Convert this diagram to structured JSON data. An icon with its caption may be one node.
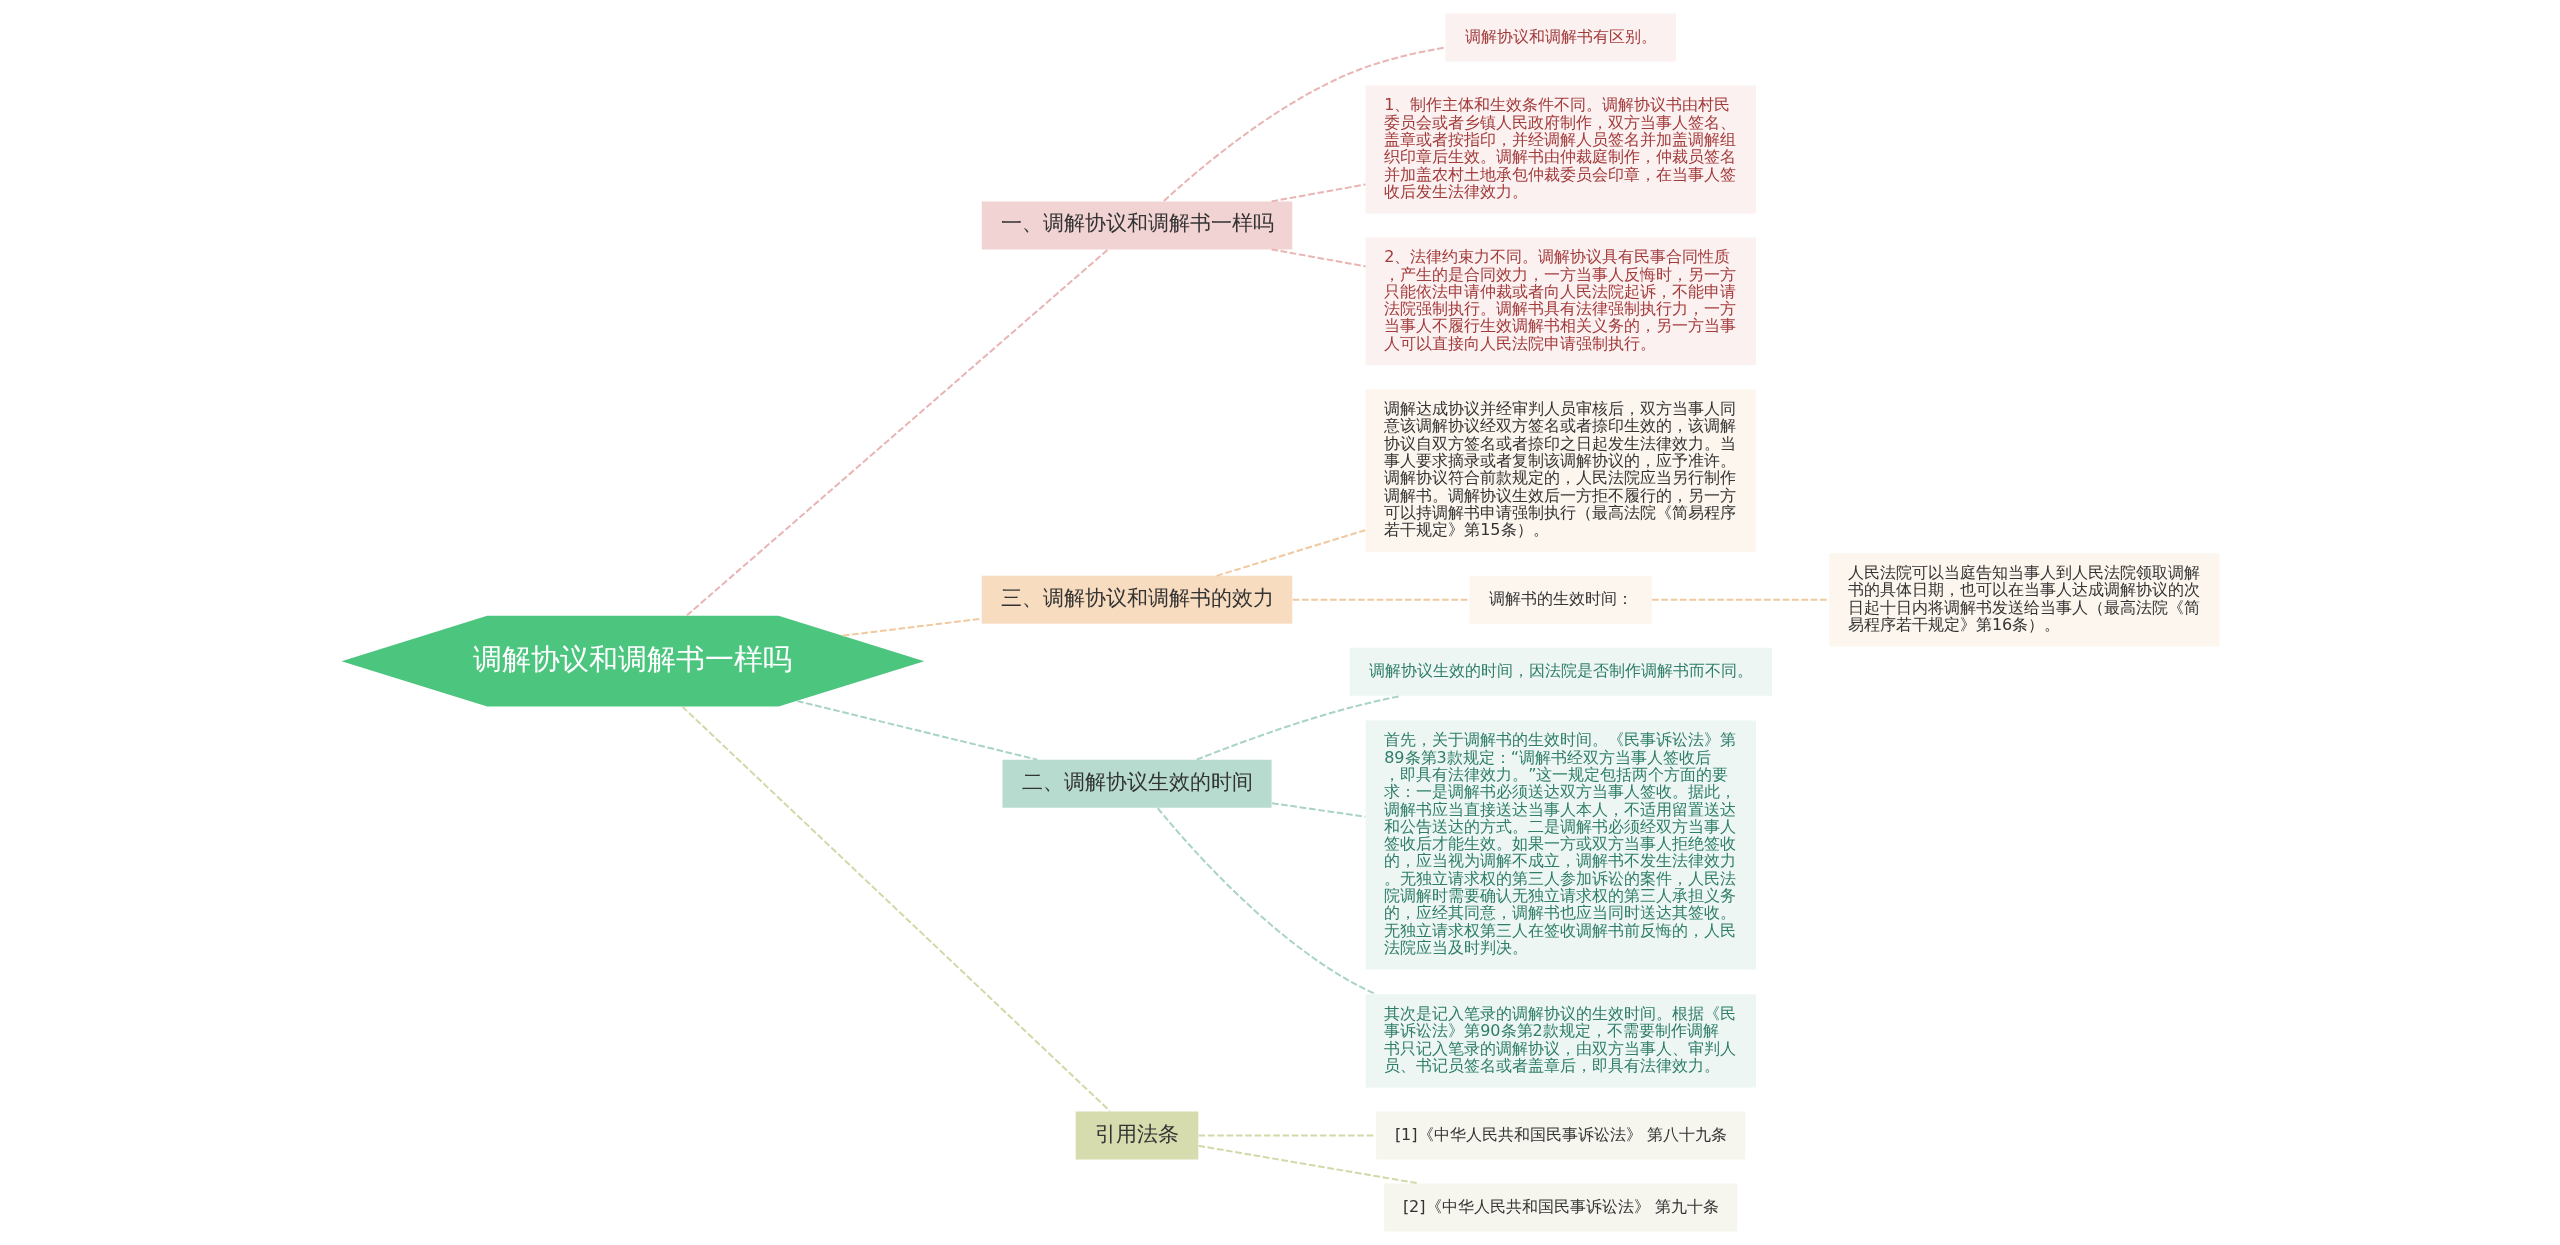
{
  "diagram": {
    "nodes": [
      {
        "text": [
          "调解协议和调解书一样吗"
        ]
      },
      {
        "text": [
          "一、调解协议和调解书一样吗"
        ]
      },
      {
        "text": [
          "调解协议和调解书有区别。"
        ]
      },
      {
        "text": [
          "1、制作主体和生效条件不同。调解协议书由村民委员会或者乡镇人民政府制作，双方当事人签名、盖章或者按指印，并经调解人员签名并加盖调解组织印章后生效。调解书由仲裁庭制作，仲裁员签名并加盖农村土地承包仲裁委员会印章，在当事人签收后发生法律效力。"
        ]
      },
      {
        "text": [
          "2、法律约束力不同。调解协议具有民事合同性质，产生的是合同效力，一方当事人反悔时，另一方只能依法申请仲裁或者向人民法院起诉，不能申请法院强制执行。调解书具有法律强制执行力，一方当事人不履行生效调解书相关义务的，另一方当事人可以直接向人民法院申请强制执行。"
        ]
      },
      {
        "text": [
          "三、调解协议和调解书的效力"
        ]
      },
      {
        "text": [
          "调解达成协议并经审判人员审核后，双方当事人同意该调解协议经双方签名或者捺印生效的，该调解协议自双方签名或者捺印之日起发生法律效力。当事人要求摘录或者复制该调解协议的，应予准许。调解协议符合前款规定的，人民法院应当另行制作调解书。调解协议生效后一方拒不履行的，另一方可以持调解书申请强制执行（最高法院《简易程序若干规定》第15条）。"
        ]
      },
      {
        "text": [
          "调解书的生效时间："
        ]
      },
      {
        "text": [
          "人民法院可以当庭告知当事人到人民法院领取调解书的具体日期，也可以在当事人达成调解协议的次日起十日内将调解书发送给当事人（最高法院《简易程序若干规定》第16条）。"
        ]
      },
      {
        "text": [
          "二、调解协议生效的时间"
        ]
      },
      {
        "text": [
          "调解协议生效的时间，因法院是否制作调解书而不同。"
        ]
      },
      {
        "text": [
          "首先，关于调解书的生效时间。《民事诉讼法》第89条第3款规定：“调解书经双方当事人签收后，即具有法律效力。”这一规定包括两个方面的要求：一是调解书必须送达双方当事人签收。据此，调解书应当直接送达当事人本人，不适用留置送达和公告送达的方式。二是调解书必须经双方当事人签收后才能生效。如果一方或双方当事人拒绝签收的，应当视为调解不成立，调解书不发生法律效力。无独立请求权的第三人参加诉讼的案件，人民法院调解时需要确认无独立请求权的第三人承担义务的，应经其同意，调解书也应当同时送达其签收。无独立请求权第三人在签收调解书前反悔的，人民法院应当及时判决。"
        ]
      },
      {
        "text": [
          "其次是记入笔录的调解协议的生效时间。根据《民事诉讼法》第90条第2款规定，不需要制作调解书只记入笔录的调解协议，由双方当事人、审判人员、书记员签名或者盖章后，即具有法律效力。"
        ]
      },
      {
        "text": [
          "引用法条"
        ]
      },
      {
        "text": [
          "[1]《中华人民共和国民事诉讼法》 第八十九条"
        ]
      },
      {
        "text": [
          "[2]《中华人民共和国民事诉讼法》 第九十条"
        ]
      }
    ],
    "edges": [
      {
        "from": 0,
        "to": 1,
        "arrow": "none",
        "style": "dashed",
        "color": "#e8b4b4"
      },
      {
        "from": 1,
        "to": 2,
        "arrow": "none",
        "style": "dashed",
        "color": "#e8b4b4"
      },
      {
        "from": 1,
        "to": 3,
        "arrow": "none",
        "style": "dashed",
        "color": "#e8b4b4"
      },
      {
        "from": 1,
        "to": 4,
        "arrow": "none",
        "style": "dashed",
        "color": "#e8b4b4"
      },
      {
        "from": 0,
        "to": 5,
        "arrow": "none",
        "style": "dashed",
        "color": "#f0c9a0"
      },
      {
        "from": 5,
        "to": 6,
        "arrow": "none",
        "style": "dashed",
        "color": "#f0c9a0"
      },
      {
        "from": 5,
        "to": 7,
        "arrow": "none",
        "style": "dashed",
        "color": "#f0c9a0"
      },
      {
        "from": 7,
        "to": 8,
        "arrow": "none",
        "style": "dashed",
        "color": "#f0c9a0"
      },
      {
        "from": 0,
        "to": 9,
        "arrow": "none",
        "style": "dashed",
        "color": "#a9d3c5"
      },
      {
        "from": 9,
        "to": 10,
        "arrow": "none",
        "style": "dashed",
        "color": "#a9d3c5"
      },
      {
        "from": 9,
        "to": 11,
        "arrow": "none",
        "style": "dashed",
        "color": "#a9d3c5"
      },
      {
        "from": 9,
        "to": 12,
        "arrow": "none",
        "style": "dashed",
        "color": "#a9d3c5"
      },
      {
        "from": 0,
        "to": 13,
        "arrow": "none",
        "style": "dashed",
        "color": "#d3d8a8"
      },
      {
        "from": 13,
        "to": 14,
        "arrow": "none",
        "style": "dashed",
        "color": "#d3d8a8"
      },
      {
        "from": 13,
        "to": 15,
        "arrow": "none",
        "style": "dashed",
        "color": "#d3d8a8"
      }
    ]
  }
}
